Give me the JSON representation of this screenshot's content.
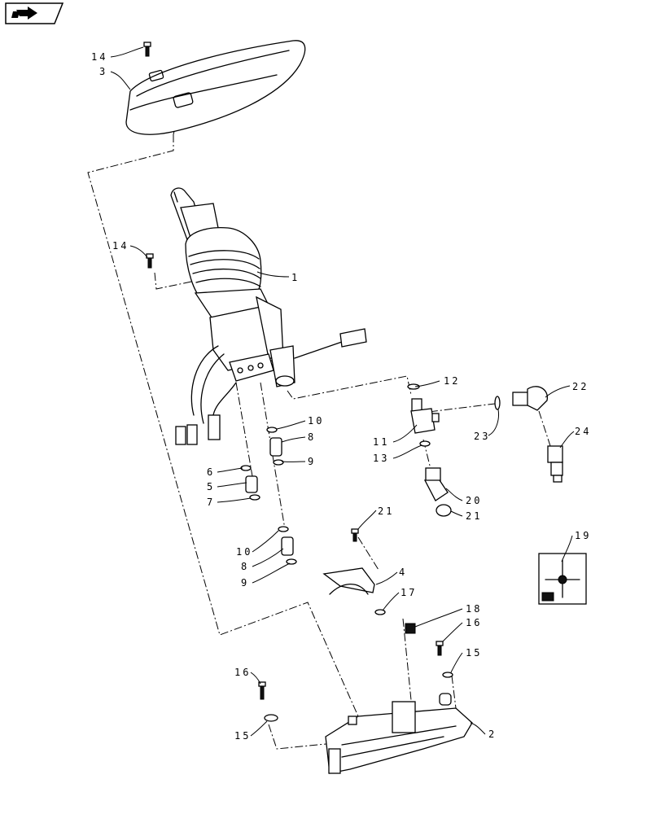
{
  "nav": {
    "icon": "back-arrow-icon"
  },
  "callouts": [
    {
      "id": "c14a",
      "text": "14"
    },
    {
      "id": "c3",
      "text": "3"
    },
    {
      "id": "c14b",
      "text": "14"
    },
    {
      "id": "c1",
      "text": "1"
    },
    {
      "id": "c12",
      "text": "12"
    },
    {
      "id": "c22",
      "text": "22"
    },
    {
      "id": "c10a",
      "text": "10"
    },
    {
      "id": "c8a",
      "text": "8"
    },
    {
      "id": "c9a",
      "text": "9"
    },
    {
      "id": "c11",
      "text": "11"
    },
    {
      "id": "c13",
      "text": "13"
    },
    {
      "id": "c23",
      "text": "23"
    },
    {
      "id": "c24",
      "text": "24"
    },
    {
      "id": "c6",
      "text": "6"
    },
    {
      "id": "c5",
      "text": "5"
    },
    {
      "id": "c7",
      "text": "7"
    },
    {
      "id": "c20",
      "text": "20"
    },
    {
      "id": "c21a",
      "text": "21"
    },
    {
      "id": "c19",
      "text": "19"
    },
    {
      "id": "c21b",
      "text": "21"
    },
    {
      "id": "c10b",
      "text": "10"
    },
    {
      "id": "c8b",
      "text": "8"
    },
    {
      "id": "c9b",
      "text": "9"
    },
    {
      "id": "c4",
      "text": "4"
    },
    {
      "id": "c17",
      "text": "17"
    },
    {
      "id": "c18",
      "text": "18"
    },
    {
      "id": "c16a",
      "text": "16"
    },
    {
      "id": "c15a",
      "text": "15"
    },
    {
      "id": "c16b",
      "text": "16"
    },
    {
      "id": "c15b",
      "text": "15"
    },
    {
      "id": "c2",
      "text": "2"
    }
  ]
}
